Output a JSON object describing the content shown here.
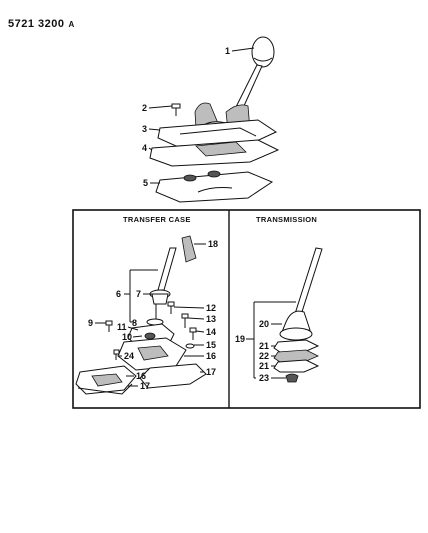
{
  "document": {
    "id": "5721 3200",
    "suffix": "A"
  },
  "panels": {
    "transfer_case": {
      "title": "TRANSFER CASE"
    },
    "transmission": {
      "title": "TRANSMISSION"
    }
  },
  "callouts": {
    "top": [
      "1",
      "2",
      "3",
      "4",
      "5"
    ],
    "transfer_case": [
      "18",
      "6",
      "7",
      "12",
      "13",
      "9",
      "11",
      "8",
      "14",
      "10",
      "15",
      "16",
      "24",
      "17",
      "16",
      "17"
    ],
    "transmission": [
      "20",
      "19",
      "21",
      "22",
      "21",
      "23"
    ]
  }
}
